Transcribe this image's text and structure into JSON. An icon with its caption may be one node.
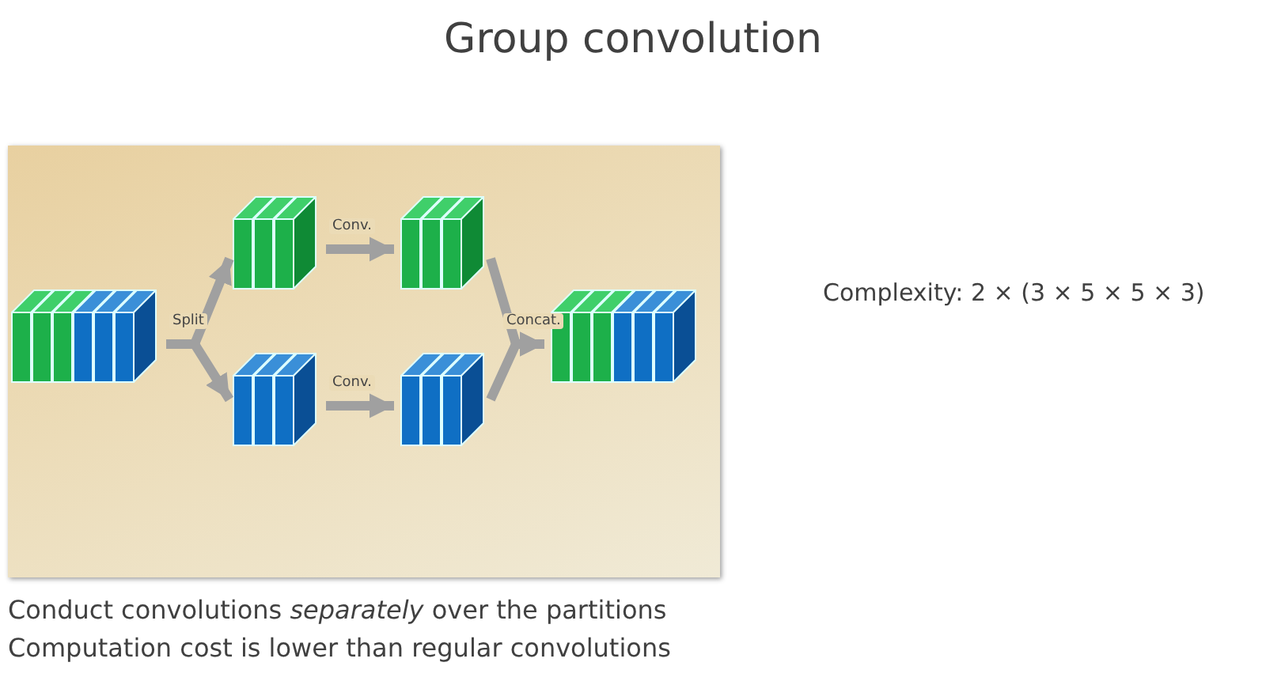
{
  "diagram": {
    "title": "Group convolution",
    "nodes": [
      {
        "text": [],
        "shape": "box"
      },
      {
        "text": [],
        "shape": "box"
      },
      {
        "text": [],
        "shape": "box"
      },
      {
        "text": [],
        "shape": "box"
      },
      {
        "text": [],
        "shape": "box"
      },
      {
        "text": [],
        "shape": "box"
      }
    ],
    "edges": [
      {
        "from": 0,
        "to": 1,
        "arrow": "to",
        "label": "Split"
      },
      {
        "from": 0,
        "to": 2,
        "arrow": "to"
      },
      {
        "from": 1,
        "to": 3,
        "arrow": "to",
        "label": "Conv."
      },
      {
        "from": 2,
        "to": 4,
        "arrow": "to",
        "label": "Conv."
      },
      {
        "from": 3,
        "to": 5,
        "arrow": "to",
        "label": "Concat."
      },
      {
        "from": 4,
        "to": 5,
        "arrow": "to"
      }
    ],
    "labels": [
      "Complexity: 2 × (3 × 5 × 5 × 3)",
      "Conduct convolutions *separately* over the partitions",
      "Computation cost is lower than regular convolutions"
    ]
  }
}
